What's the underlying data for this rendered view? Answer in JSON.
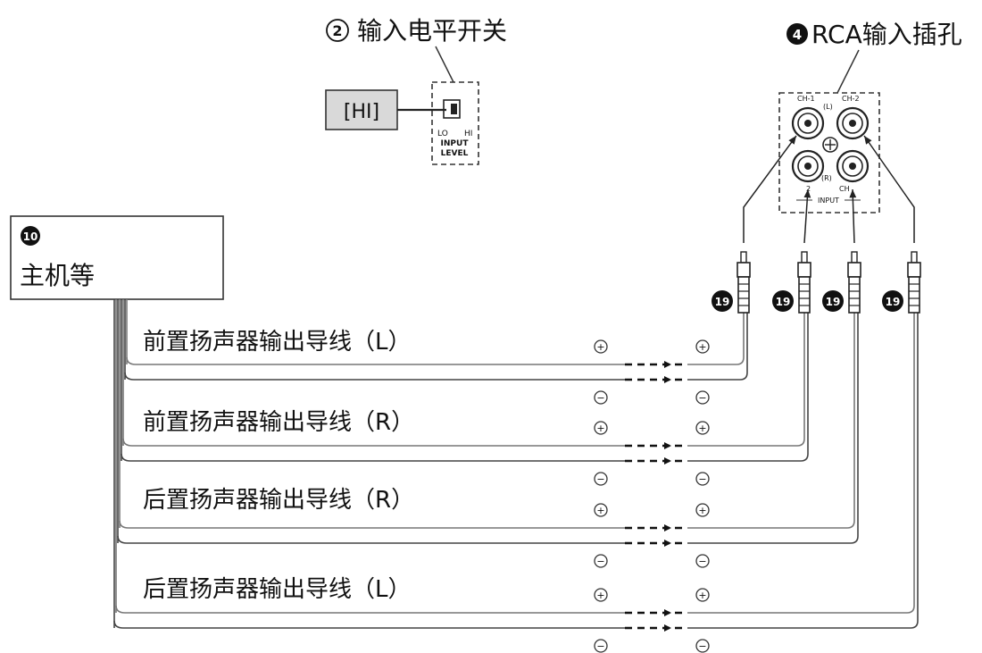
{
  "callouts": {
    "input_level_switch": {
      "number": "2",
      "label": "输入电平开关"
    },
    "rca_jacks": {
      "number": "4",
      "label": "RCA输入插孔"
    },
    "head_unit": {
      "number": "10",
      "label": "主机等"
    },
    "rca_plug": {
      "number": "19"
    }
  },
  "switch": {
    "setting": "[HI]",
    "lo": "LO",
    "hi": "HI",
    "caption_line1": "INPUT",
    "caption_line2": "LEVEL"
  },
  "jack_panel": {
    "ch1": "CH-1",
    "ch2": "CH-2",
    "l": "(L)",
    "r": "(R)",
    "num2": "2",
    "ch_bottom": "CH",
    "input": "INPUT"
  },
  "wires": [
    {
      "label": "前置扬声器输出导线（L）"
    },
    {
      "label": "前置扬声器输出导线（R）"
    },
    {
      "label": "后置扬声器输出导线（R）"
    },
    {
      "label": "后置扬声器输出导线（L）"
    }
  ],
  "polarity": {
    "plus": "+",
    "minus": "−"
  }
}
